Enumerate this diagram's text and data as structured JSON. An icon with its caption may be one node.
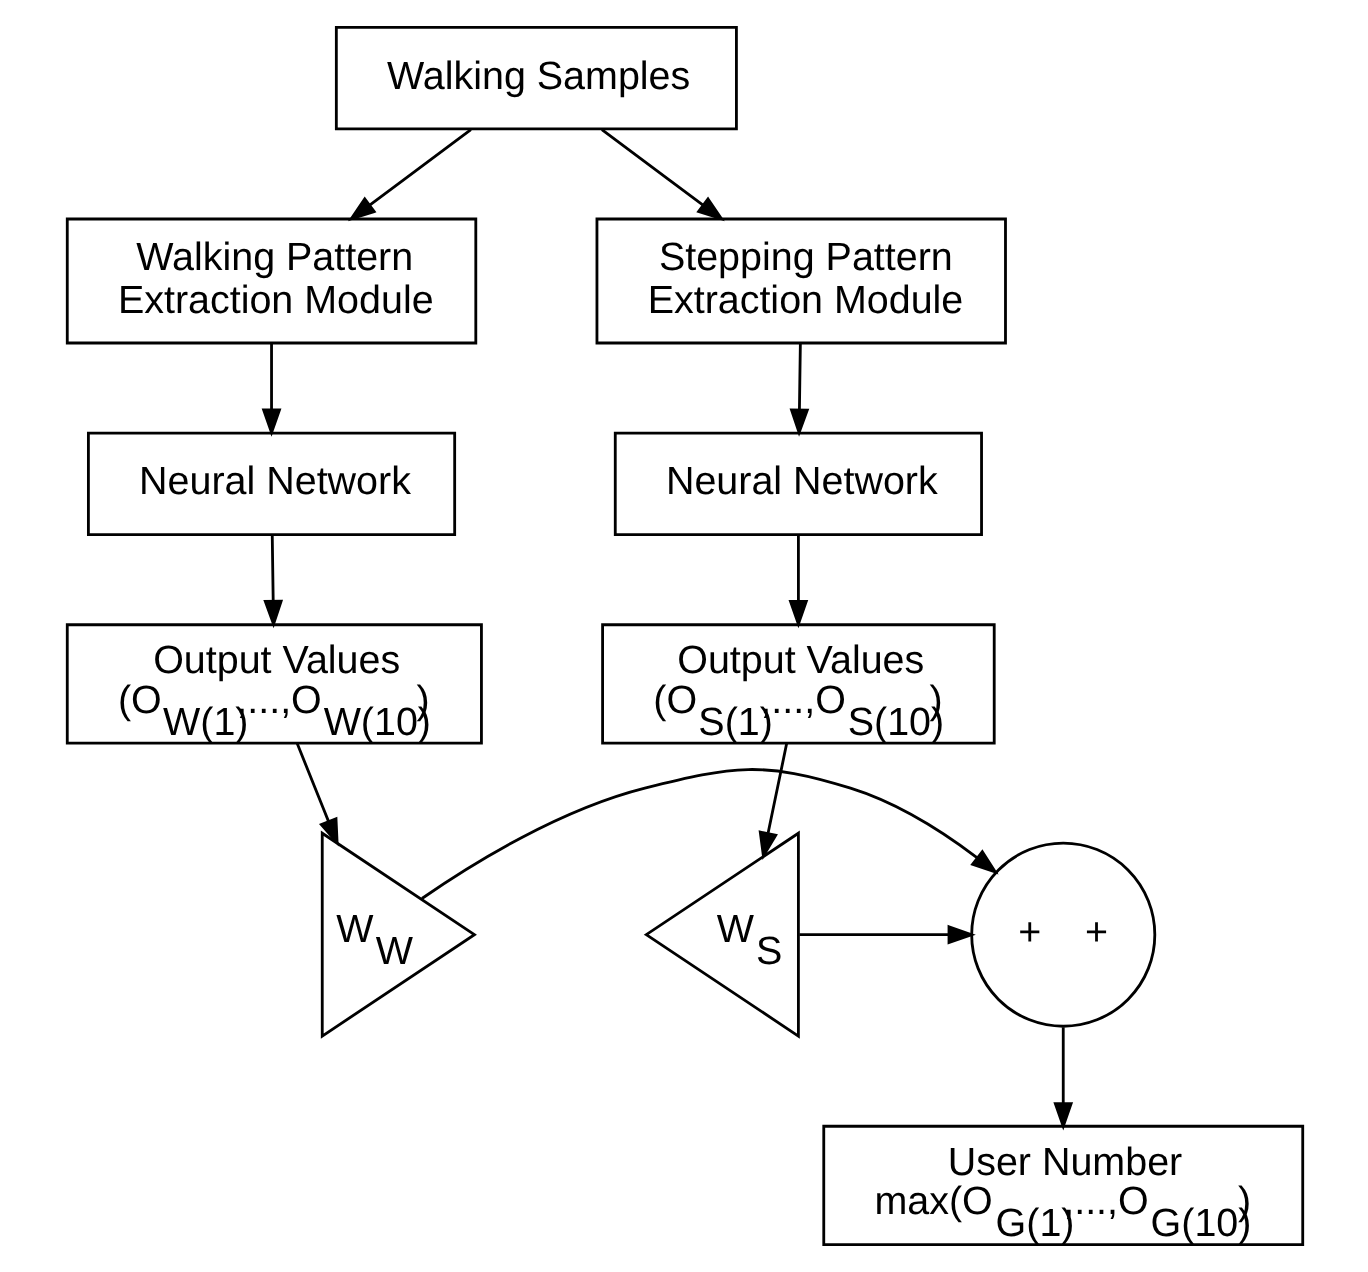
{
  "diagram": {
    "nodes": [
      {
        "text": [
          "Walking Samples"
        ]
      },
      {
        "text": [
          "Walking Pattern Extraction Module"
        ]
      },
      {
        "text": [
          "Stepping Pattern Extraction Module"
        ]
      },
      {
        "text": [
          "Neural Network"
        ]
      },
      {
        "text": [
          "Neural Network"
        ]
      },
      {
        "text": [
          "Output Values (O$_{W(1)}$,...,O$_{W(10)}$)"
        ]
      },
      {
        "text": [
          "Output Values (O$_{S(1)}$,...,O$_{S(10)}$)"
        ]
      },
      {
        "text": [
          "W$_{W}$"
        ]
      },
      {
        "text": [
          "+",
          "+"
        ]
      },
      {
        "text": [
          "W$_{S}$"
        ]
      },
      {
        "text": [
          "User Number max(O$_{G(1)}$,...,O$_{G(10)}$)"
        ]
      }
    ],
    "edges": [
      {
        "from": 0,
        "to": 1,
        "arrow": "to"
      },
      {
        "from": 0,
        "to": 2,
        "arrow": "to"
      },
      {
        "from": 1,
        "to": 3,
        "arrow": "to"
      },
      {
        "from": 2,
        "to": 4,
        "arrow": "to"
      },
      {
        "from": 3,
        "to": 5,
        "arrow": "to"
      },
      {
        "from": 4,
        "to": 6,
        "arrow": "to"
      },
      {
        "from": 5,
        "to": 7,
        "arrow": "to"
      },
      {
        "from": 6,
        "to": 9,
        "arrow": "to"
      },
      {
        "from": 7,
        "to": 8,
        "arrow": "to"
      },
      {
        "from": 9,
        "to": 8,
        "arrow": "to"
      },
      {
        "from": 8,
        "to": 10,
        "arrow": "to"
      }
    ]
  }
}
